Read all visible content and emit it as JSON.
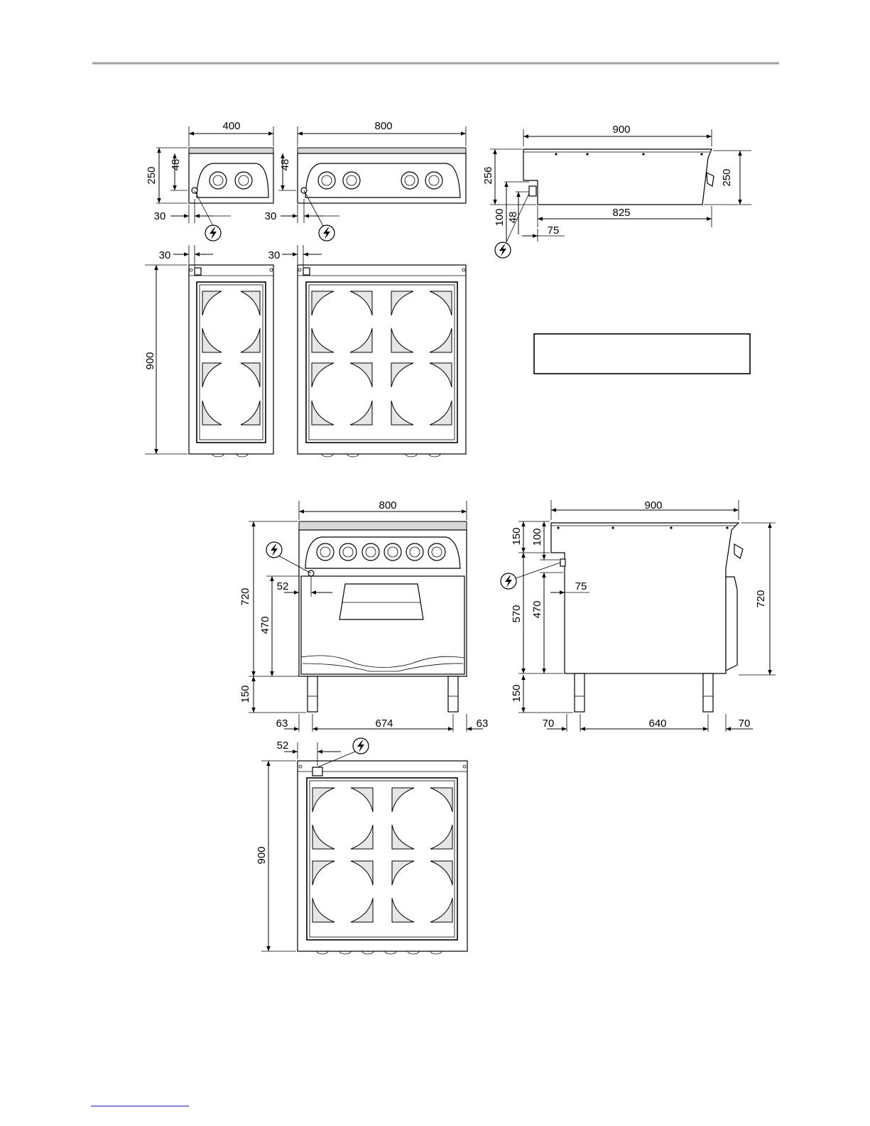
{
  "header": {
    "rule_color": "#a0a0a0"
  },
  "dimensions": {
    "hob400_front": {
      "width": "400",
      "height": "250",
      "panel": "48",
      "conn_offset": "30"
    },
    "hob800_front": {
      "width": "800",
      "panel": "48",
      "conn_offset": "30"
    },
    "hob_side": {
      "depth": "900",
      "height_front": "256",
      "height_back": "250",
      "conn_height": "100",
      "conn_panel": "48",
      "conn_depth": "825",
      "conn_back": "75"
    },
    "hob400_top": {
      "depth": "900",
      "conn_offset": "30"
    },
    "hob800_top": {
      "conn_offset": "30"
    },
    "oven_front": {
      "width": "800",
      "total_height": "720",
      "oven_height": "470",
      "conn_offset": "52",
      "legs": "150",
      "side_left": "63",
      "leg_span": "674",
      "side_right": "63"
    },
    "oven_side": {
      "depth": "900",
      "top_height": "150",
      "top_panel": "100",
      "conn_back": "75",
      "body_height": "570",
      "oven_height": "470",
      "total_height": "720",
      "legs": "150",
      "side_left": "70",
      "leg_span": "640",
      "side_right": "70"
    },
    "oven_top": {
      "conn_offset": "52",
      "depth": "900"
    }
  },
  "legend_box": {
    "text": ""
  },
  "icons": [
    "electric-connection-icon"
  ],
  "colors": {
    "line": "#000000",
    "shade": "#e6e6e6",
    "footer_link": "#0000ee"
  }
}
